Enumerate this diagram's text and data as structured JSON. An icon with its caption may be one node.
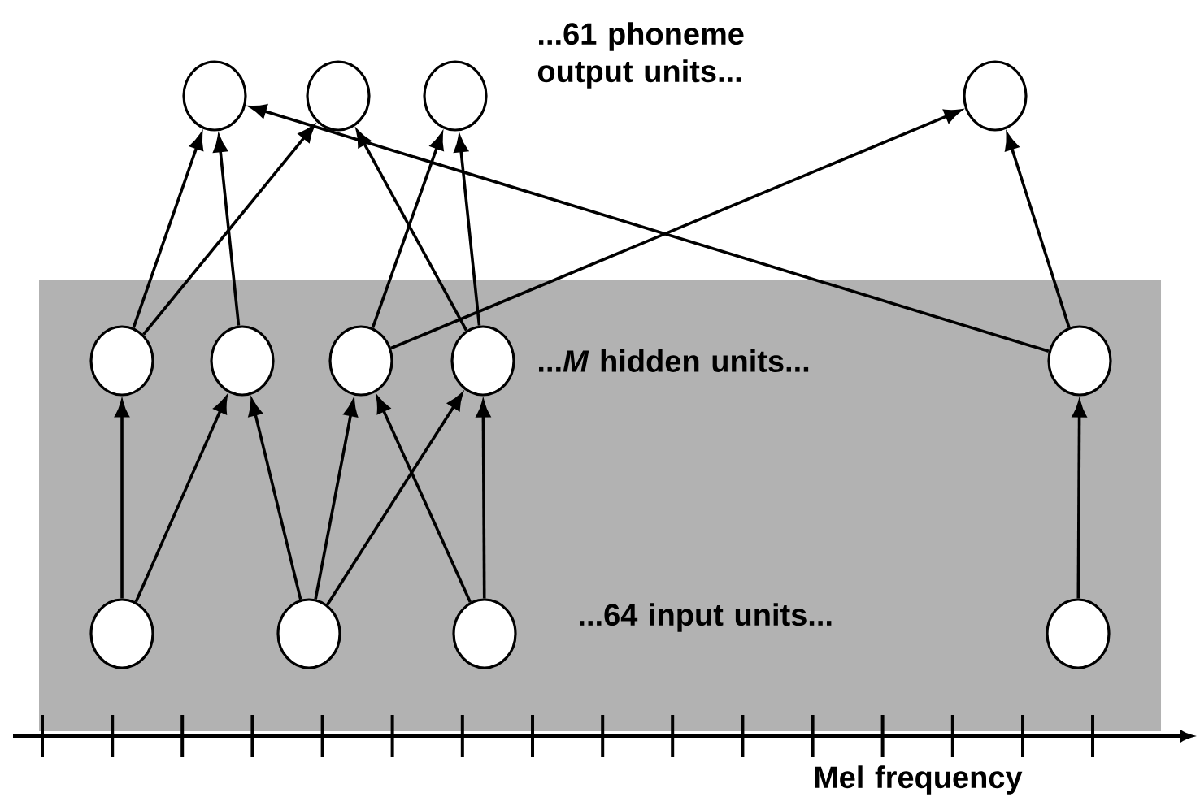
{
  "diagram": {
    "nodes": [
      {
        "text": [],
        "shape": "circle"
      },
      {
        "text": [],
        "shape": "circle"
      },
      {
        "text": [],
        "shape": "circle"
      },
      {
        "text": [],
        "shape": "circle"
      },
      {
        "text": [],
        "shape": "circle"
      },
      {
        "text": [],
        "shape": "circle"
      },
      {
        "text": [],
        "shape": "circle"
      },
      {
        "text": [],
        "shape": "circle"
      },
      {
        "text": [],
        "shape": "circle"
      },
      {
        "text": [],
        "shape": "circle"
      },
      {
        "text": [],
        "shape": "circle"
      },
      {
        "text": [],
        "shape": "circle"
      },
      {
        "text": [],
        "shape": "circle"
      }
    ],
    "edges": [
      {
        "from": 9,
        "to": 4,
        "arrow": "to"
      },
      {
        "from": 9,
        "to": 5,
        "arrow": "to"
      },
      {
        "from": 10,
        "to": 5,
        "arrow": "to"
      },
      {
        "from": 10,
        "to": 6,
        "arrow": "to"
      },
      {
        "from": 10,
        "to": 7,
        "arrow": "to"
      },
      {
        "from": 11,
        "to": 6,
        "arrow": "to"
      },
      {
        "from": 11,
        "to": 7,
        "arrow": "to"
      },
      {
        "from": 12,
        "to": 8,
        "arrow": "to"
      },
      {
        "from": 4,
        "to": 0,
        "arrow": "to"
      },
      {
        "from": 4,
        "to": 1,
        "arrow": "to"
      },
      {
        "from": 5,
        "to": 0,
        "arrow": "to"
      },
      {
        "from": 6,
        "to": 2,
        "arrow": "to"
      },
      {
        "from": 6,
        "to": 3,
        "arrow": "to"
      },
      {
        "from": 7,
        "to": 1,
        "arrow": "to"
      },
      {
        "from": 7,
        "to": 2,
        "arrow": "to"
      },
      {
        "from": 8,
        "to": 0,
        "arrow": "to"
      },
      {
        "from": 8,
        "to": 3,
        "arrow": "to"
      }
    ],
    "labels": [
      "...61 phoneme output units...",
      "...*M* hidden units...",
      "...64 input units...",
      "Mel frequency"
    ]
  }
}
